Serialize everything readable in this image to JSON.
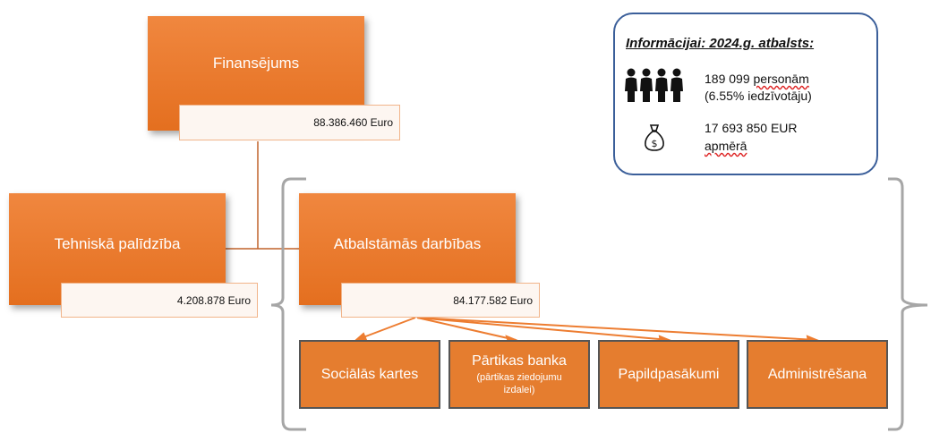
{
  "finansejums": {
    "title": "Finansējums",
    "amount": "88.386.460 Euro"
  },
  "tehniska": {
    "title": "Tehniskā palīdzība",
    "amount": "4.208.878 Euro"
  },
  "atbalstamas": {
    "title": "Atbalstāmās darbības",
    "amount": "84.177.582 Euro"
  },
  "activities": [
    {
      "label": "Sociālās kartes",
      "sub": ""
    },
    {
      "label": "Pārtikas banka",
      "sub": "(pārtikas ziedojumu izdalei)"
    },
    {
      "label": "Papildpasākumi",
      "sub": ""
    },
    {
      "label": "Administrēšana",
      "sub": ""
    }
  ],
  "info": {
    "title": "Informācijai: 2024.g. atbalsts:",
    "persons_count": "189 099",
    "persons_word": "personām",
    "persons_pct": "(6.55% iedzīvotāju)",
    "amount_line": "17 693 850 EUR",
    "amount_word": "apmērā",
    "people_icon": "people-group-icon",
    "money_icon": "money-bag-icon"
  },
  "colors": {
    "box": "#e57d2f",
    "connector": "#c0622a",
    "bracket": "#a6a6a6",
    "info_border": "#3b5f9a"
  }
}
